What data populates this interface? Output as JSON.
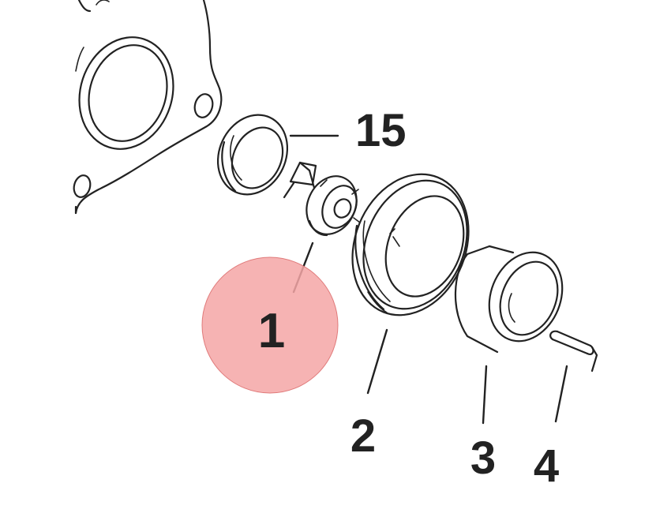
{
  "callouts": {
    "c15": "15",
    "c1": "1",
    "c2": "2",
    "c3": "3",
    "c4": "4"
  },
  "highlight": {
    "target": "1",
    "color": "#f4a6a6"
  },
  "line_color": "#222222"
}
